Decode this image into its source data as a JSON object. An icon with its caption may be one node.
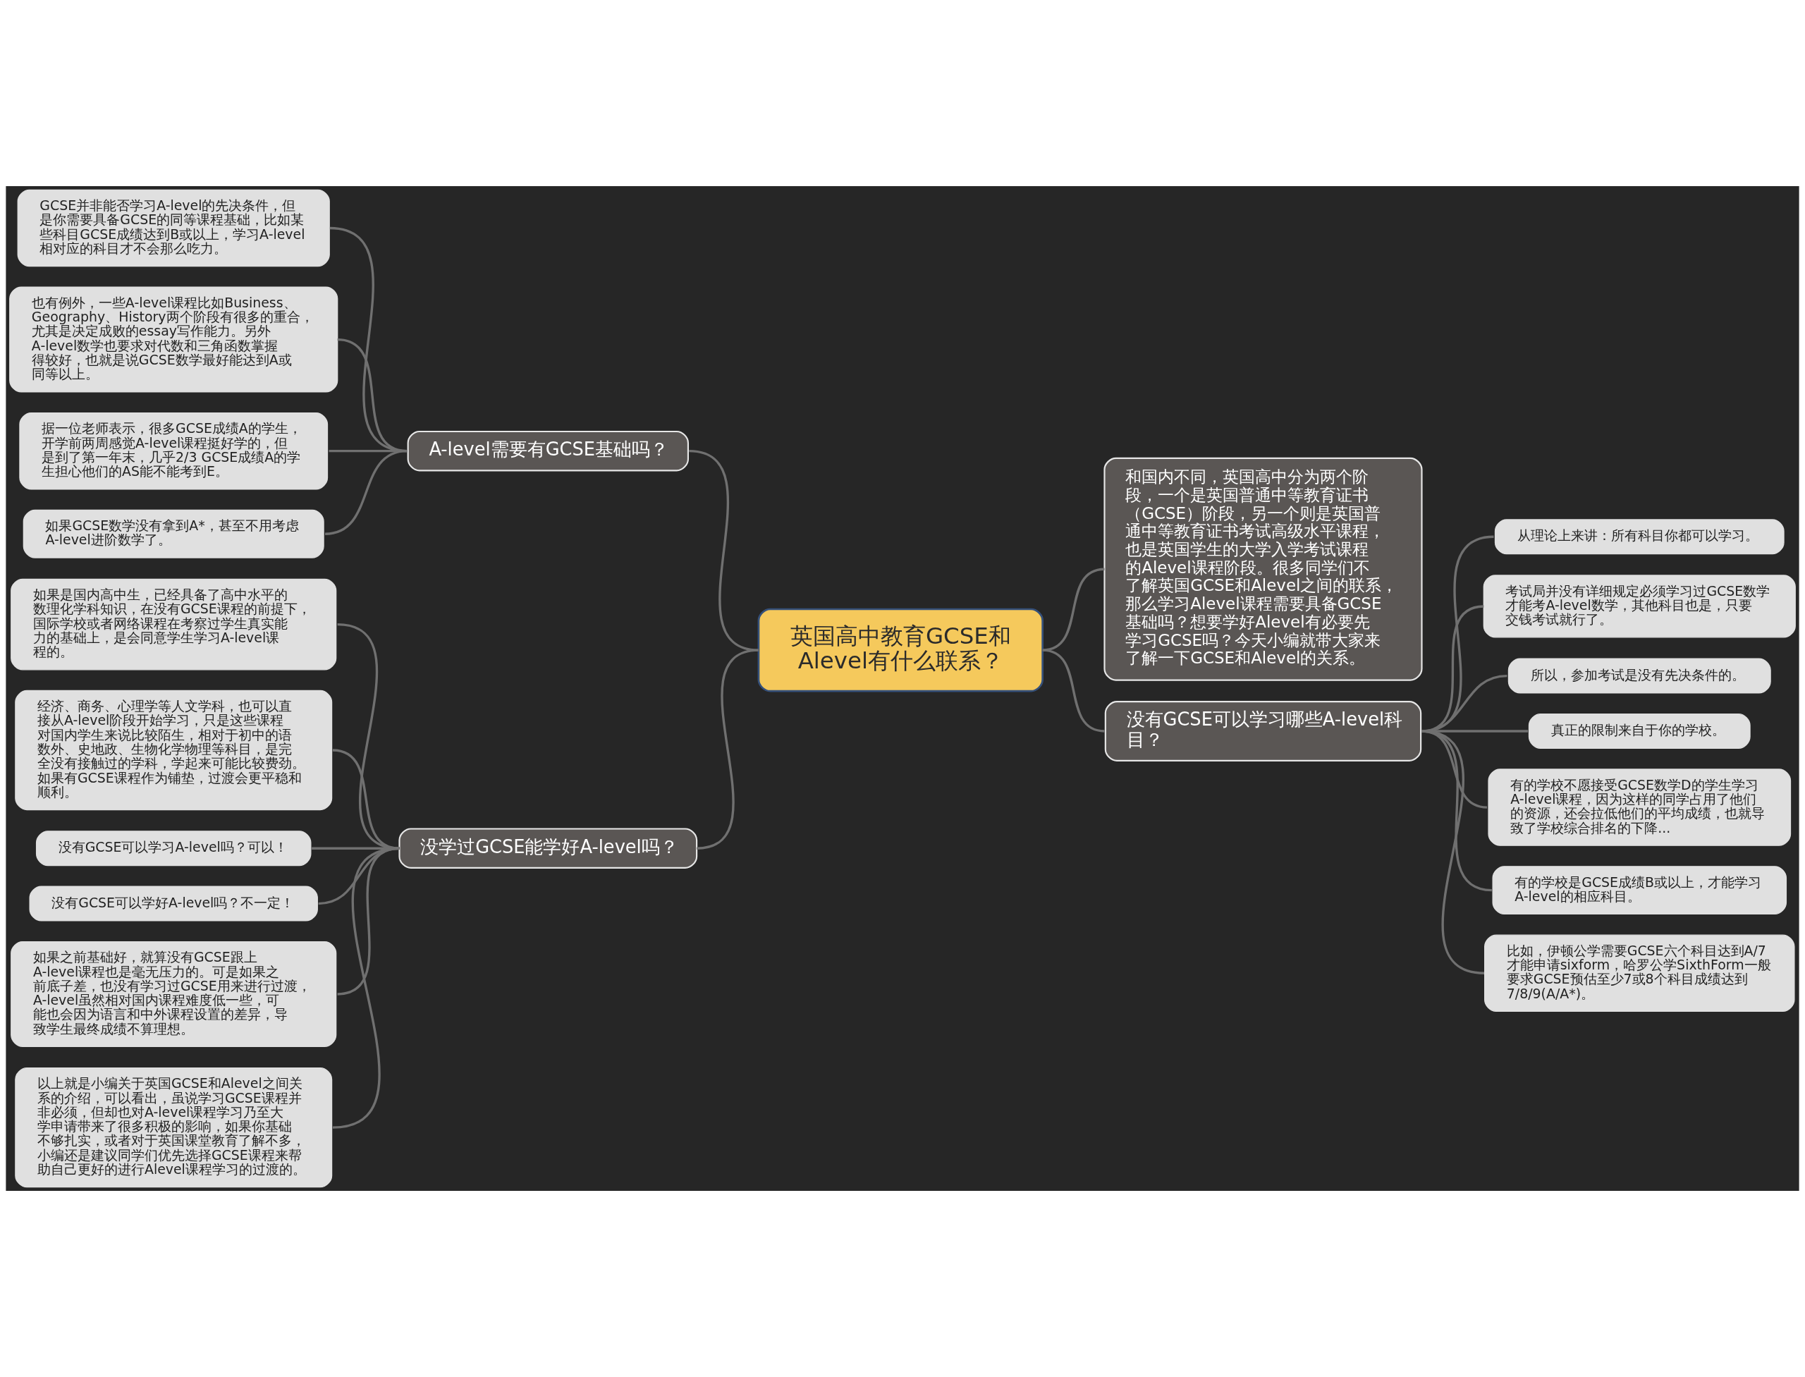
{
  "diagram": {
    "nodes": [
      {
        "text": [
          "英国高中教育GCSE和Alevel有什么联系？"
        ]
      },
      {
        "text": [
          "A-level需要有GCSE基础吗？"
        ]
      },
      {
        "text": [
          "GCSE并非能否学习A-level的先决条件，但是你需要具备GCSE的同等课程基础，比如某些科目GCSE成绩达到B或以上，学习A-level相对应的科目才不会那么吃力。"
        ]
      },
      {
        "text": [
          "也有例外，一些A-level课程比如Business、Geography、History两个阶段有很多的重合，尤其是决定成败的essay写作能力。另外A-level数学也要求对代数和三角函数掌握得较好，也就是说GCSE数学最好能达到A或同等以上。"
        ]
      },
      {
        "text": [
          "据一位老师表示，很多GCSE成绩A的学生，开学前两周感觉A-level课程挺好学的，但是到了第一年末，几乎2/3 GCSE成绩A的学生担心他们的AS能不能考到E。"
        ]
      },
      {
        "text": [
          "如果GCSE数学没有拿到A*，甚至不用考虑A-level进阶数学了。"
        ]
      },
      {
        "text": [
          "没学过GCSE能学好A-level吗？"
        ]
      },
      {
        "text": [
          "如果是国内高中生，已经具备了高中水平的数理化学科知识，在没有GCSE课程的前提下，国际学校或者网络课程在考察过学生真实能力的基础上，是会同意学生学习A-level课程的。"
        ]
      },
      {
        "text": [
          "经济、商务、心理学等人文学科，也可以直接从A-level阶段开始学习，只是这些课程对国内学生来说比较陌生，相对于初中的语数外、史地政、生物化学物理等科目，是完全没有接触过的学科，学起来可能比较费劲。如果有GCSE课程作为铺垫，过渡会更平稳和顺利。"
        ]
      },
      {
        "text": [
          "没有GCSE可以学习A-level吗？可以！"
        ]
      },
      {
        "text": [
          "没有GCSE可以学好A-level吗？不一定！"
        ]
      },
      {
        "text": [
          "如果之前基础好，就算没有GCSE跟上A-level课程也是毫无压力的。可是如果之前底子差，也没有学习过GCSE用来进行过渡，A-level虽然相对国内课程难度低一些，可能也会因为语言和中外课程设置的差异，导致学生最终成绩不算理想。"
        ]
      },
      {
        "text": [
          "以上就是小编关于英国GCSE和Alevel之间关系的介绍，可以看出，虽说学习GCSE课程并非必须，但却也对A-level课程学习乃至大学申请带来了很多积极的影响，如果你基础不够扎实，或者对于英国课堂教育了解不多，小编还是建议同学们优先选择GCSE课程来帮助自己更好的进行Alevel课程学习的过渡的。"
        ]
      },
      {
        "text": [
          "和国内不同，英国高中分为两个阶段，一个是英国普通中等教育证书（GCSE）阶段，另一个则是英国普通中等教育证书考试高级水平课程，也是英国学生的大学入学考试课程的Alevel课程阶段。很多同学们不了解英国GCSE和Alevel之间的联系，那么学习Alevel课程需要具备GCSE基础吗？想要学好Alevel有必要先学习GCSE吗？今天小编就带大家来了解一下GCSE和Alevel的关系。"
        ]
      },
      {
        "text": [
          "没有GCSE可以学习哪些A-level科目？"
        ]
      },
      {
        "text": [
          "从理论上来讲：所有科目你都可以学习。"
        ]
      },
      {
        "text": [
          "考试局并没有详细规定必须学习过GCSE数学才能考A-level数学，其他科目也是，只要交钱考试就行了。"
        ]
      },
      {
        "text": [
          "所以，参加考试是没有先决条件的。"
        ]
      },
      {
        "text": [
          "真正的限制来自于你的学校。"
        ]
      },
      {
        "text": [
          "有的学校不愿接受GCSE数学D的学生学习A-level课程，因为这样的同学占用了他们的资源，还会拉低他们的平均成绩，也就导致了学校综合排名的下降..."
        ]
      },
      {
        "text": [
          "有的学校是GCSE成绩B或以上，才能学习A-level的相应科目。"
        ]
      },
      {
        "text": [
          "比如，伊顿公学需要GCSE六个科目达到A/7才能申请sixform，哈罗公学SixthForm一般要求GCSE预估至少7或8个科目成绩达到7/8/9(A/A*)。"
        ]
      }
    ],
    "edges": [
      {
        "from": 2,
        "to": 1,
        "arrow": "none"
      },
      {
        "from": 3,
        "to": 1,
        "arrow": "none"
      },
      {
        "from": 4,
        "to": 1,
        "arrow": "none"
      },
      {
        "from": 5,
        "to": 1,
        "arrow": "none"
      },
      {
        "from": 1,
        "to": 0,
        "arrow": "none"
      },
      {
        "from": 7,
        "to": 6,
        "arrow": "none"
      },
      {
        "from": 8,
        "to": 6,
        "arrow": "none"
      },
      {
        "from": 9,
        "to": 6,
        "arrow": "none"
      },
      {
        "from": 10,
        "to": 6,
        "arrow": "none"
      },
      {
        "from": 11,
        "to": 6,
        "arrow": "none"
      },
      {
        "from": 12,
        "to": 6,
        "arrow": "none"
      },
      {
        "from": 6,
        "to": 0,
        "arrow": "none"
      },
      {
        "from": 0,
        "to": 13,
        "arrow": "none"
      },
      {
        "from": 0,
        "to": 14,
        "arrow": "none"
      },
      {
        "from": 14,
        "to": 15,
        "arrow": "none"
      },
      {
        "from": 14,
        "to": 16,
        "arrow": "none"
      },
      {
        "from": 14,
        "to": 17,
        "arrow": "none"
      },
      {
        "from": 14,
        "to": 18,
        "arrow": "none"
      },
      {
        "from": 14,
        "to": 19,
        "arrow": "none"
      },
      {
        "from": 14,
        "to": 20,
        "arrow": "none"
      },
      {
        "from": 14,
        "to": 21,
        "arrow": "none"
      }
    ]
  }
}
